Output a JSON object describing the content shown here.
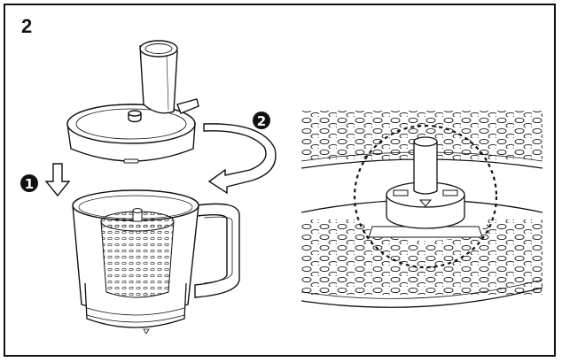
{
  "figure": {
    "step_number": "2",
    "callouts": [
      "1",
      "2"
    ]
  },
  "colors": {
    "line": "#111111",
    "background": "#ffffff"
  },
  "icons": [
    "arrow-down-icon",
    "rotate-arrow-icon",
    "magnifier-circle-icon",
    "triangle-marker-icon"
  ]
}
